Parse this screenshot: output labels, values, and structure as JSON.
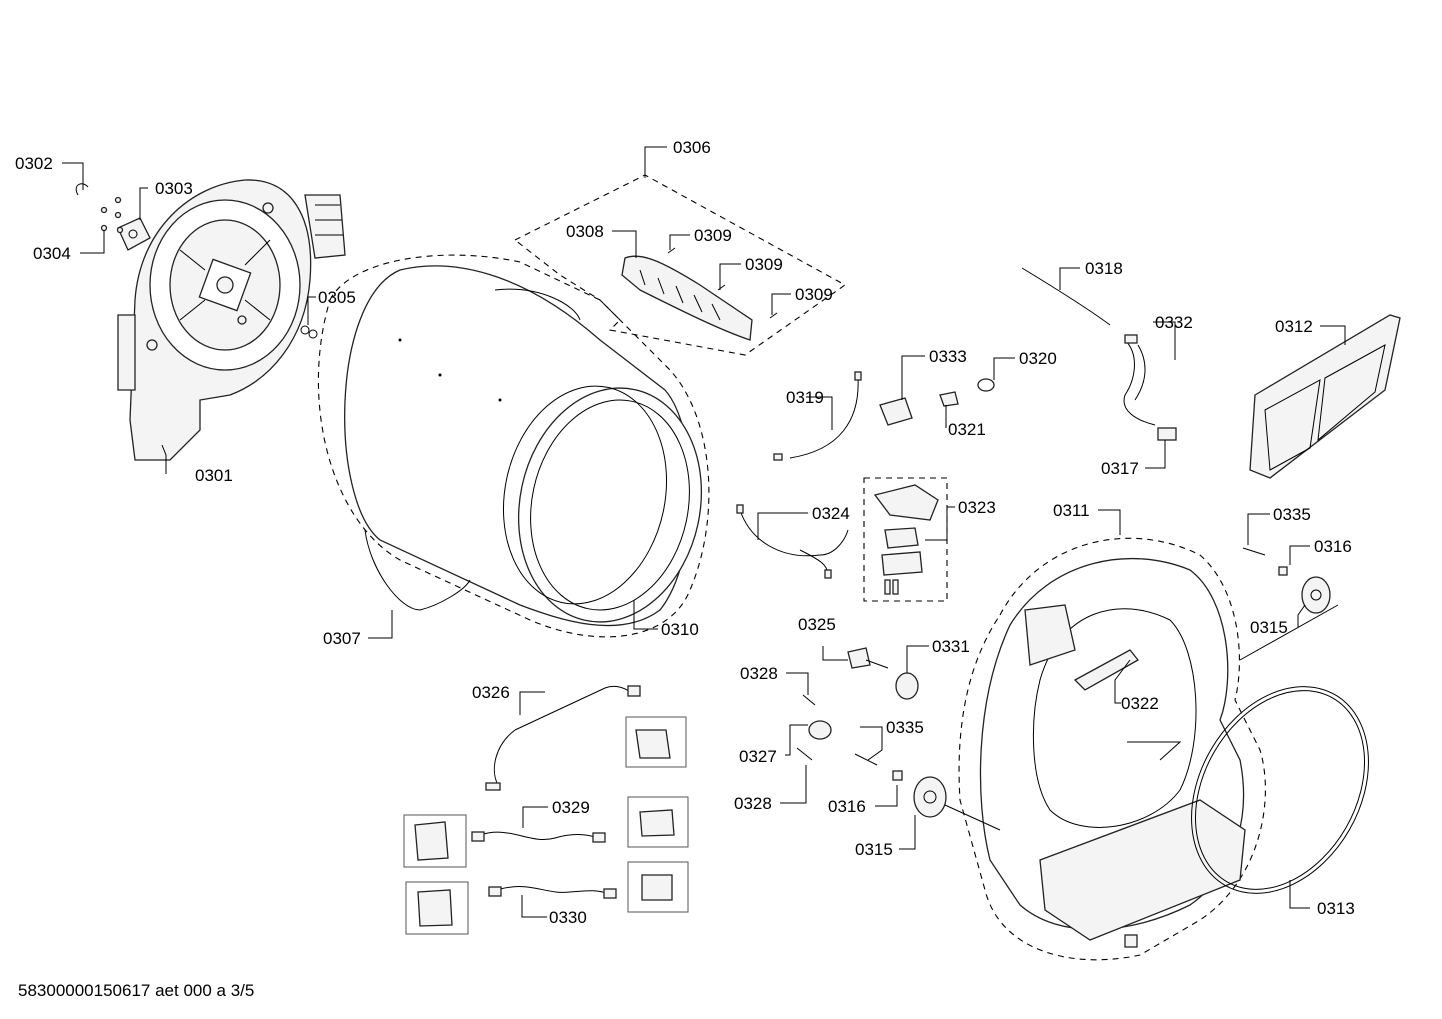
{
  "diagram": {
    "footer": "58300000150617 aet 000 a 3/5",
    "callouts": {
      "c0301": "0301",
      "c0302": "0302",
      "c0303": "0303",
      "c0304": "0304",
      "c0305": "0305",
      "c0306": "0306",
      "c0307": "0307",
      "c0308": "0308",
      "c0309a": "0309",
      "c0309b": "0309",
      "c0309c": "0309",
      "c0310": "0310",
      "c0311": "0311",
      "c0312": "0312",
      "c0313": "0313",
      "c0315a": "0315",
      "c0315b": "0315",
      "c0316a": "0316",
      "c0316b": "0316",
      "c0317": "0317",
      "c0318": "0318",
      "c0319": "0319",
      "c0320": "0320",
      "c0321": "0321",
      "c0322": "0322",
      "c0323": "0323",
      "c0324": "0324",
      "c0325": "0325",
      "c0326": "0326",
      "c0327": "0327",
      "c0328a": "0328",
      "c0328b": "0328",
      "c0329": "0329",
      "c0330": "0330",
      "c0331": "0331",
      "c0332": "0332",
      "c0333": "0333",
      "c0335a": "0335",
      "c0335b": "0335"
    }
  }
}
